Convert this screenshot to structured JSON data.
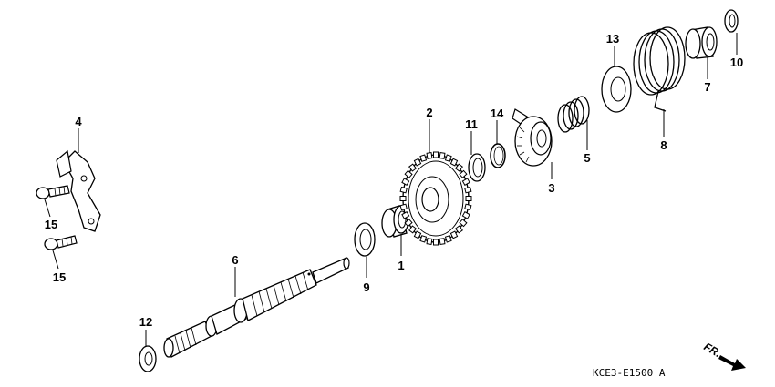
{
  "diagram": {
    "callouts": [
      {
        "id": "c1",
        "text": "1"
      },
      {
        "id": "c2",
        "text": "2"
      },
      {
        "id": "c3",
        "text": "3"
      },
      {
        "id": "c4",
        "text": "4"
      },
      {
        "id": "c5",
        "text": "5"
      },
      {
        "id": "c6",
        "text": "6"
      },
      {
        "id": "c7",
        "text": "7"
      },
      {
        "id": "c8",
        "text": "8"
      },
      {
        "id": "c9",
        "text": "9"
      },
      {
        "id": "c10",
        "text": "10"
      },
      {
        "id": "c11",
        "text": "11"
      },
      {
        "id": "c12",
        "text": "12"
      },
      {
        "id": "c13",
        "text": "13"
      },
      {
        "id": "c14",
        "text": "14"
      },
      {
        "id": "c15a",
        "text": "15"
      },
      {
        "id": "c15b",
        "text": "15"
      }
    ],
    "drawing_code": "KCE3-E1500 A",
    "direction_label": "FR."
  }
}
